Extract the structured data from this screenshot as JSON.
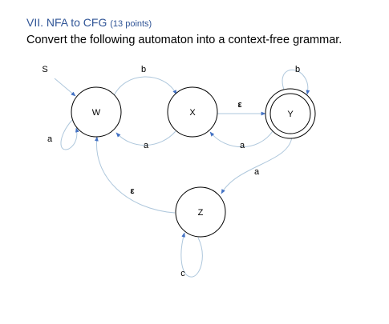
{
  "question": {
    "title": "VII.  NFA to CFG",
    "points": "(13 points)",
    "instruction": "Convert the following automaton into a context-free grammar."
  },
  "automaton": {
    "start_marker": "S",
    "states": [
      {
        "id": "W",
        "label": "W",
        "accepting": false
      },
      {
        "id": "X",
        "label": "X",
        "accepting": false
      },
      {
        "id": "Y",
        "label": "Y",
        "accepting": true
      },
      {
        "id": "Z",
        "label": "Z",
        "accepting": false
      }
    ],
    "transitions": [
      {
        "from": "W",
        "to": "X",
        "label": "b"
      },
      {
        "from": "X",
        "to": "W",
        "label": "a"
      },
      {
        "from": "W",
        "to": "W",
        "label": "a"
      },
      {
        "from": "X",
        "to": "Y",
        "label": "ε"
      },
      {
        "from": "Y",
        "to": "X",
        "label": "a"
      },
      {
        "from": "Y",
        "to": "Y",
        "label": "b"
      },
      {
        "from": "Y",
        "to": "Z",
        "label": "a"
      },
      {
        "from": "Z",
        "to": "W",
        "label": "ε"
      },
      {
        "from": "Z",
        "to": "Z",
        "label": "c"
      }
    ]
  },
  "colors": {
    "heading": "#2f5496",
    "edge": "#aec7dc",
    "arrowhead": "#4472c4"
  }
}
